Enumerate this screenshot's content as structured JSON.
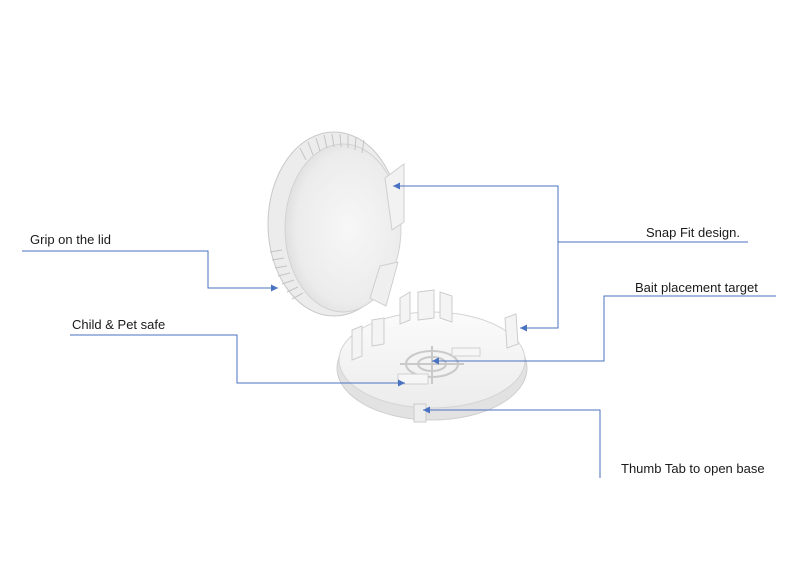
{
  "colors": {
    "leader_line": "#4a72c2",
    "product_body": "#f3f3f3",
    "product_edge": "#c9c9c9",
    "product_shadow": "#dcdcdc"
  },
  "callouts": {
    "grip": "Grip on the lid",
    "child_pet": "Child & Pet safe",
    "snap_fit": "Snap Fit design.",
    "bait_target": "Bait placement target",
    "thumb_tab": "Thumb Tab to open base"
  }
}
